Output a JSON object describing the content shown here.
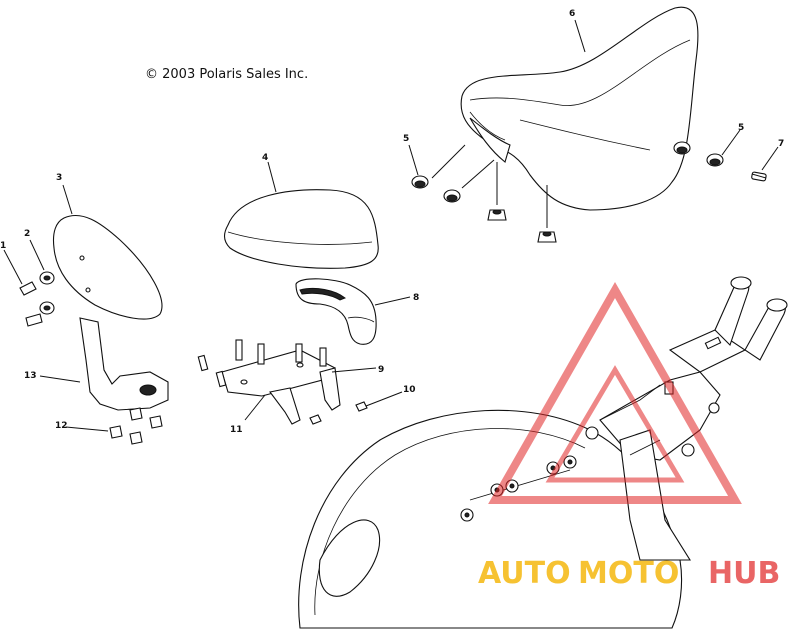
{
  "copyright": "© 2003 Polaris Sales Inc.",
  "callouts": [
    "1",
    "2",
    "3",
    "4",
    "5",
    "5",
    "6",
    "7",
    "8",
    "9",
    "10",
    "11",
    "12",
    "13"
  ],
  "watermark": {
    "auto": "AUTO",
    "moto": "MOTO",
    "hub": "HUB",
    "colors": {
      "auto": "#f4b400",
      "moto": "#f4b400",
      "hub": "#e02424",
      "triangle": "#e02424"
    }
  }
}
